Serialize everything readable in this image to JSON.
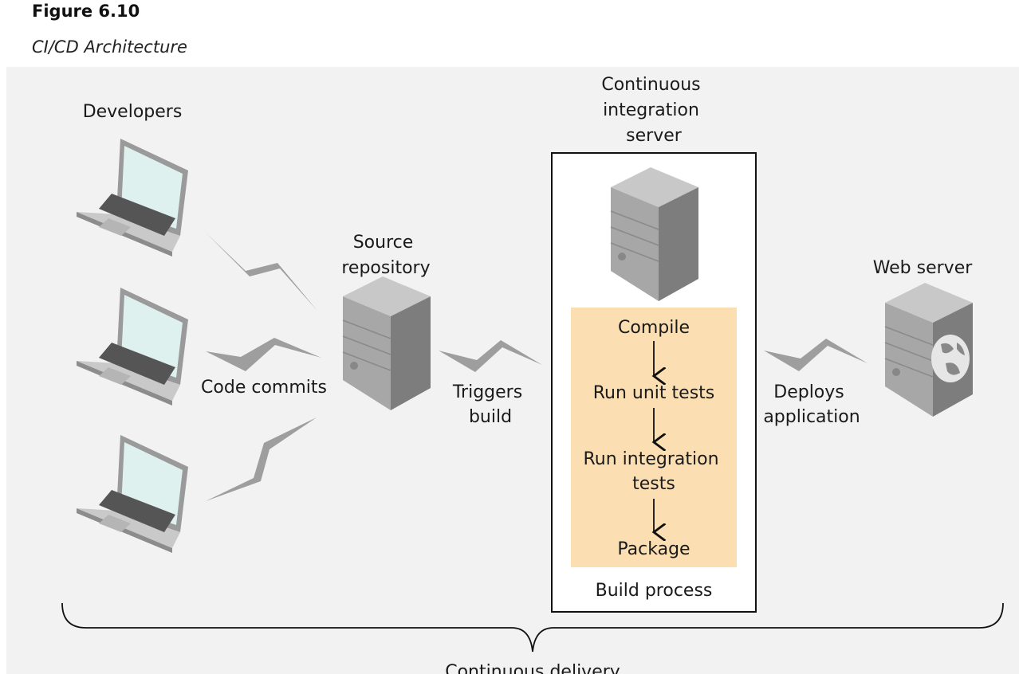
{
  "figure": {
    "title": "Figure 6.10",
    "subtitle": "CI/CD Architecture"
  },
  "labels": {
    "developers": "Developers",
    "code_commits": "Code commits",
    "source_repository": [
      "Source",
      "repository"
    ],
    "triggers_build": [
      "Triggers",
      "build"
    ],
    "ci_server": [
      "Continuous",
      "integration",
      "server"
    ],
    "deploys_application": [
      "Deploys",
      "application"
    ],
    "web_server": "Web server",
    "continuous_delivery": "Continuous delivery"
  },
  "build_process": {
    "steps": [
      [
        "Compile"
      ],
      [
        "Run unit tests"
      ],
      [
        "Run integration",
        "tests"
      ],
      [
        "Package"
      ]
    ],
    "label": "Build process"
  },
  "colors": {
    "background": "#f2f2f2",
    "build_box": "#fbdfb2",
    "arrow_gray": "#9e9e9e",
    "server_front": "#a7a7a7",
    "server_side": "#7d7d7d",
    "server_top": "#c8c8c8",
    "screen": "#dff1ee"
  }
}
